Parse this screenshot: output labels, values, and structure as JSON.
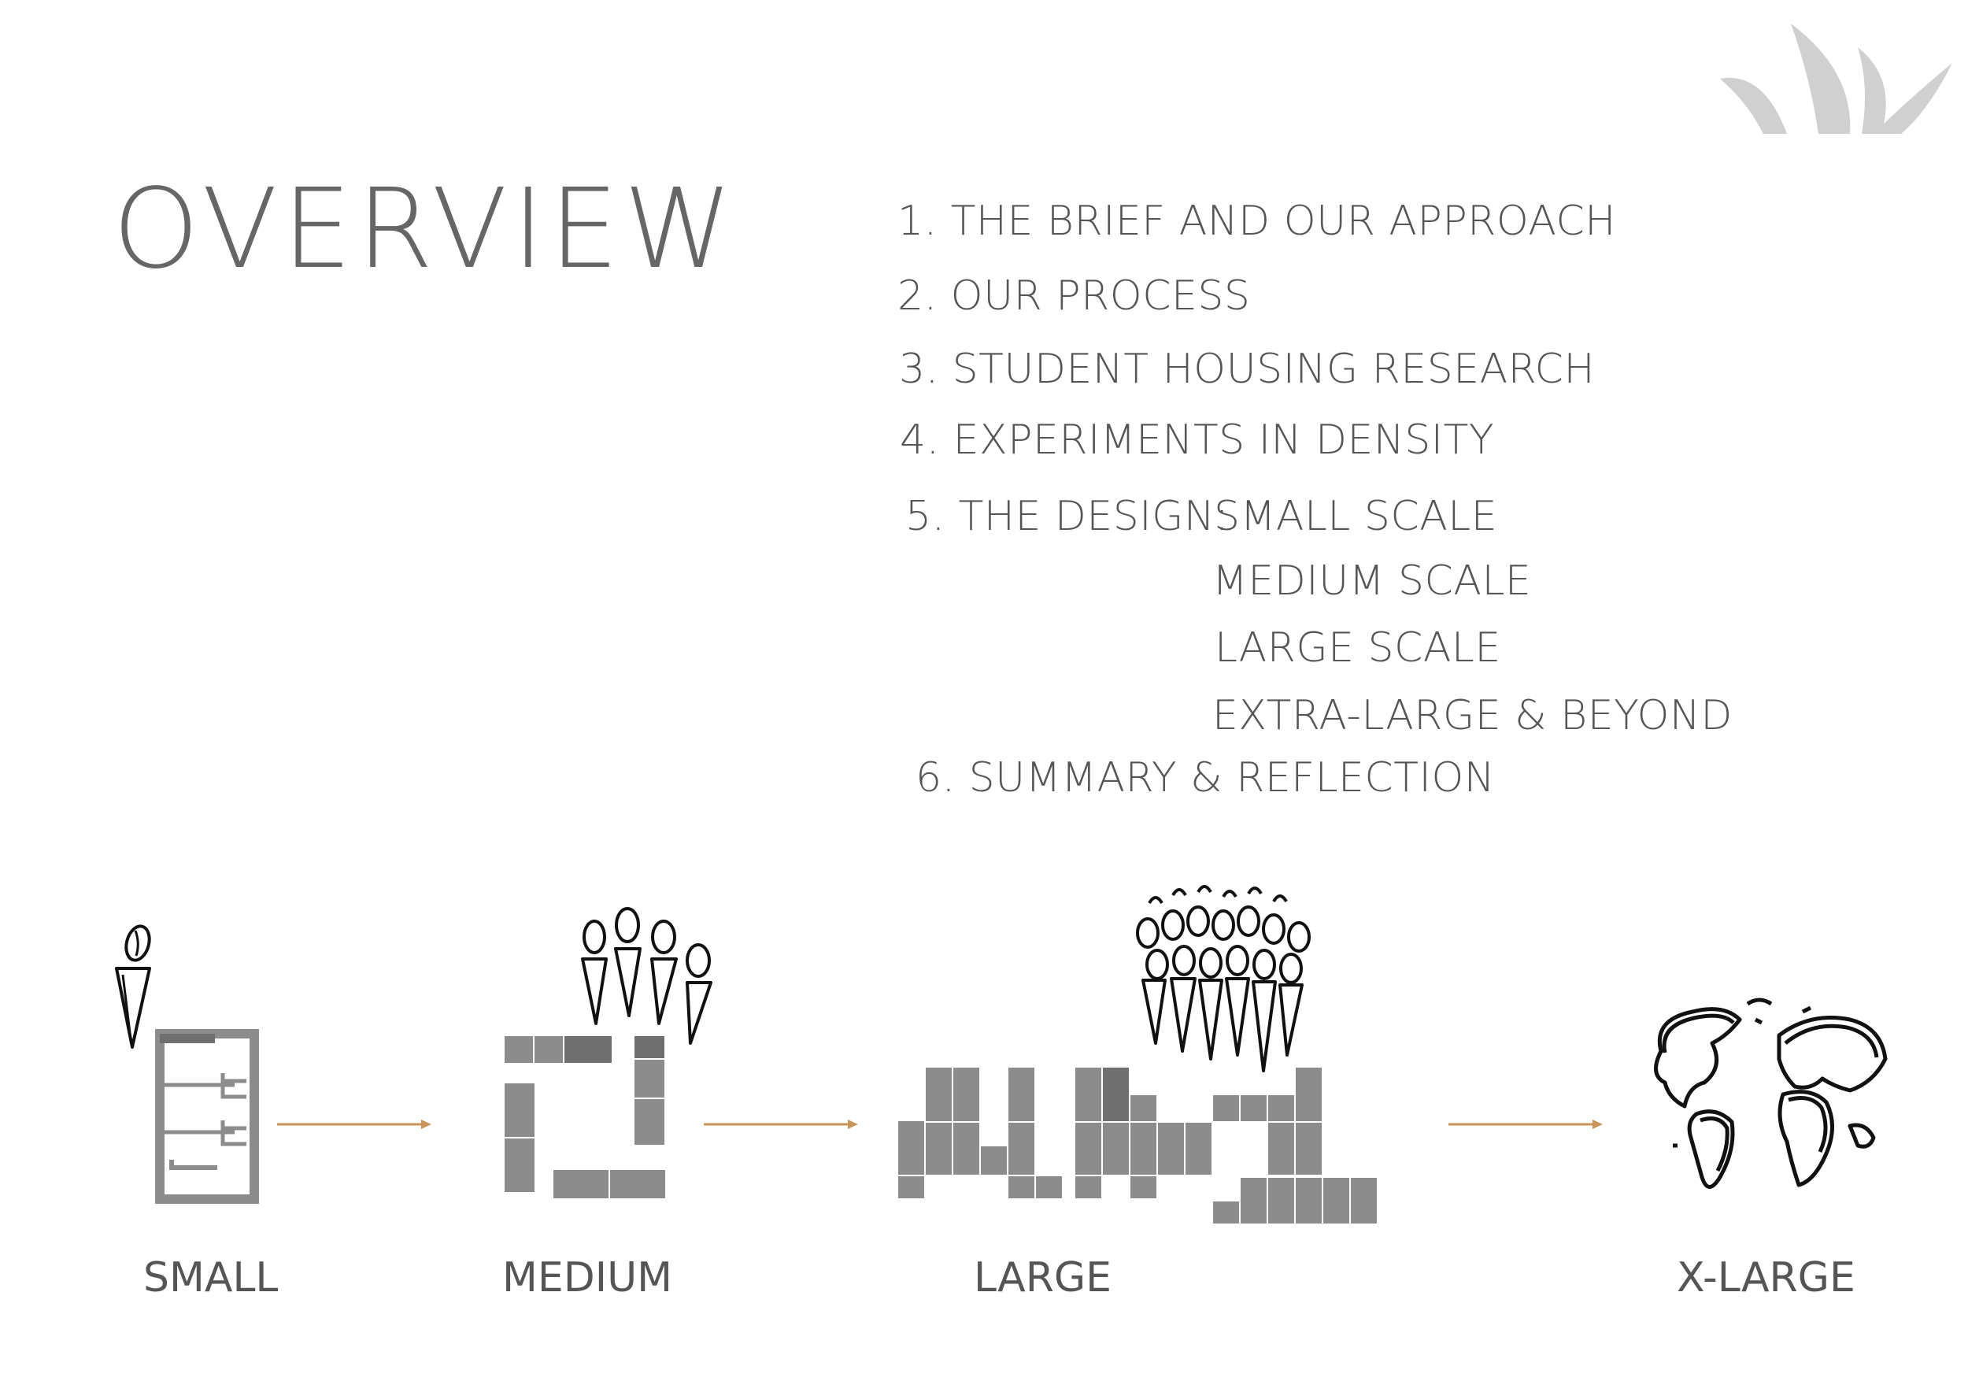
{
  "title": "OVERVIEW",
  "toc": {
    "item1": "1. THE BRIEF AND OUR APPROACH",
    "item2": "2. OUR PROCESS",
    "item3": "3. STUDENT HOUSING RESEARCH",
    "item4": "4. EXPERIMENTS IN DENSITY",
    "item5_prefix": "5. THE DESIGN:",
    "item5_sub1": "SMALL SCALE",
    "item5_sub2": "MEDIUM SCALE",
    "item5_sub3": "LARGE SCALE",
    "item5_sub4": "EXTRA-LARGE & BEYOND",
    "item6": "6. SUMMARY & REFLECTION"
  },
  "scales": {
    "small": "SMALL",
    "medium": "MEDIUM",
    "large": "LARGE",
    "xlarge": "X-LARGE"
  },
  "colors": {
    "arrow": "#c8955a",
    "block": "#8c8c8c",
    "block_dark": "#6f6f6f",
    "logo": "#d0d0d0"
  },
  "icons": {
    "logo": "opera-house-sails-icon",
    "small": "single-person-room-icon",
    "medium": "group-courtyard-icon",
    "large": "crowd-blocks-icon",
    "xlarge": "globe-icon"
  }
}
